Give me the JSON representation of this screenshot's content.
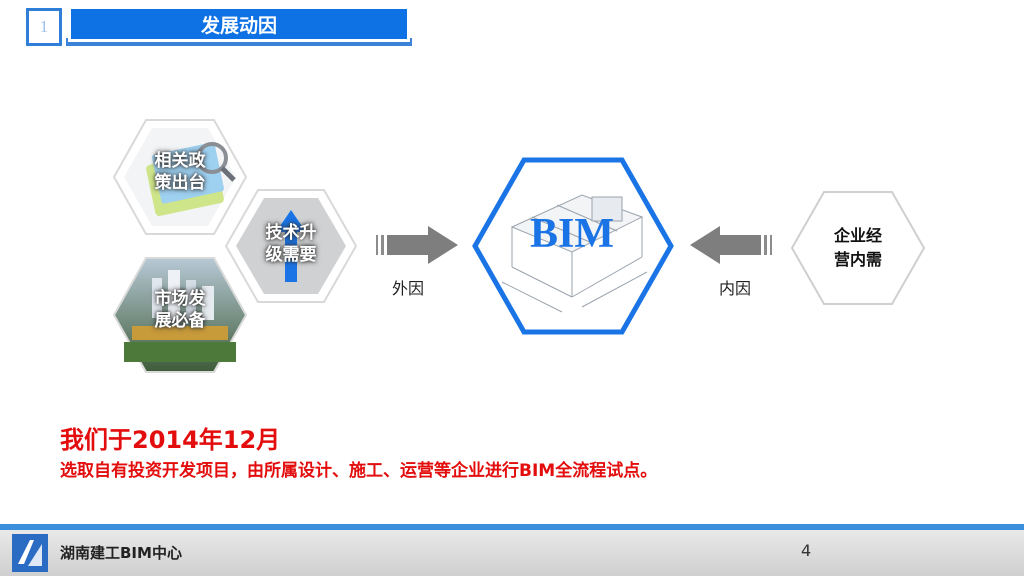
{
  "header": {
    "number": "1",
    "title": "发展动因"
  },
  "factors": {
    "policy": "相关政\n策出台",
    "market": "市场发\n展必备",
    "tech": "技术升\n级需要",
    "enterprise": "企业经\n营内需"
  },
  "labels": {
    "external": "外因",
    "internal": "内因",
    "bim": "BIM"
  },
  "statement": {
    "line1": "我们于2014年12月",
    "line2": "选取自有投资开发项目，由所属设计、施工、运营等企业进行BIM全流程试点。"
  },
  "footer": {
    "org": "湖南建工BIM中心",
    "page": "4"
  },
  "colors": {
    "accent": "#0f72e4",
    "red": "#e30d0d"
  }
}
